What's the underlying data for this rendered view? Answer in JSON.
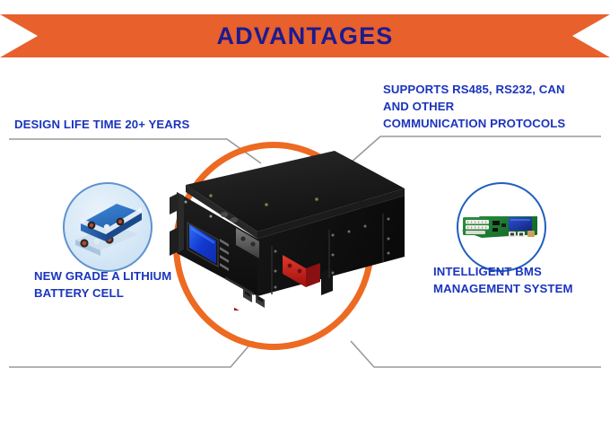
{
  "banner": {
    "title": "ADVANTAGES",
    "ribbon_color": "#E8602C",
    "title_color": "#1B1B8F"
  },
  "labels": {
    "top_left": {
      "name": "design-life-time",
      "lines": [
        "DESIGN LIFE TIME 20+ YEARS"
      ],
      "color": "#1B34BE"
    },
    "top_right": {
      "name": "communication-protocols",
      "lines": [
        "SUPPORTS RS485, RS232, CAN",
        "AND OTHER",
        "COMMUNICATION PROTOCOLS"
      ],
      "color": "#1B34BE"
    },
    "bottom_left": {
      "name": "grade-a-lithium-cell",
      "lines": [
        "NEW GRADE A LITHIUM",
        "BATTERY CELL"
      ],
      "color": "#1B34BE"
    },
    "bottom_right": {
      "name": "intelligent-bms",
      "lines": [
        "INTELLIGENT BMS",
        "MANAGEMENT SYSTEM"
      ],
      "color": "#1B34BE"
    }
  },
  "graphics": {
    "ring_color": "#ED6A23",
    "leader_line_color": "#9a9a9a",
    "battery": {
      "alt": "black rack-mount lithium battery pack",
      "body_color": "#1a1a1a",
      "lcd_color": "#1a4fd6",
      "positive_terminal_color": "#cc1f1f",
      "negative_terminal_color": "#5a5a5a"
    },
    "cell_photo": {
      "alt": "blue prismatic LiFePO4 battery cells",
      "cell_color": "#2e6fc4",
      "circle_bg": "#d7e8f7"
    },
    "bms_photo": {
      "alt": "green BMS circuit board with blue LCD",
      "pcb_color": "#1d7a34",
      "screen_color": "#1a3fb0",
      "circle_border": "#1f5fbf"
    }
  }
}
